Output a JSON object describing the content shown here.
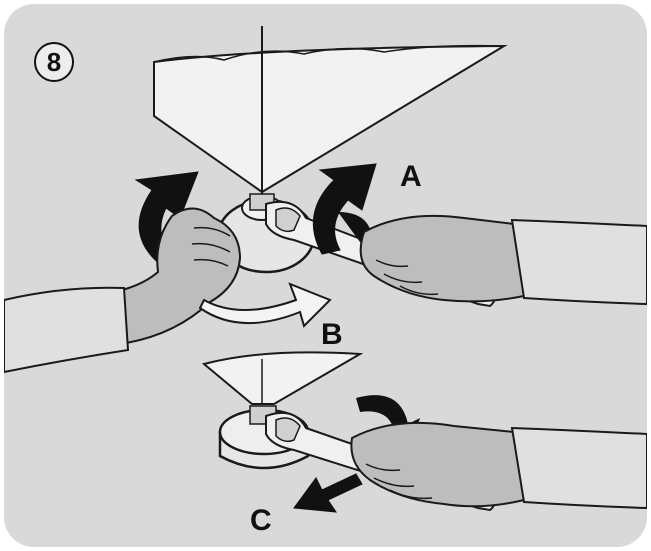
{
  "step": {
    "number": "8"
  },
  "labels": {
    "a": "A",
    "b": "B",
    "c": "C"
  },
  "colors": {
    "panel": "#d9d9d9",
    "outline": "#1a1a1a",
    "arrow_dark": "#111111",
    "arrow_light": "#f4f4f4",
    "metal": "#e6e6e6"
  }
}
